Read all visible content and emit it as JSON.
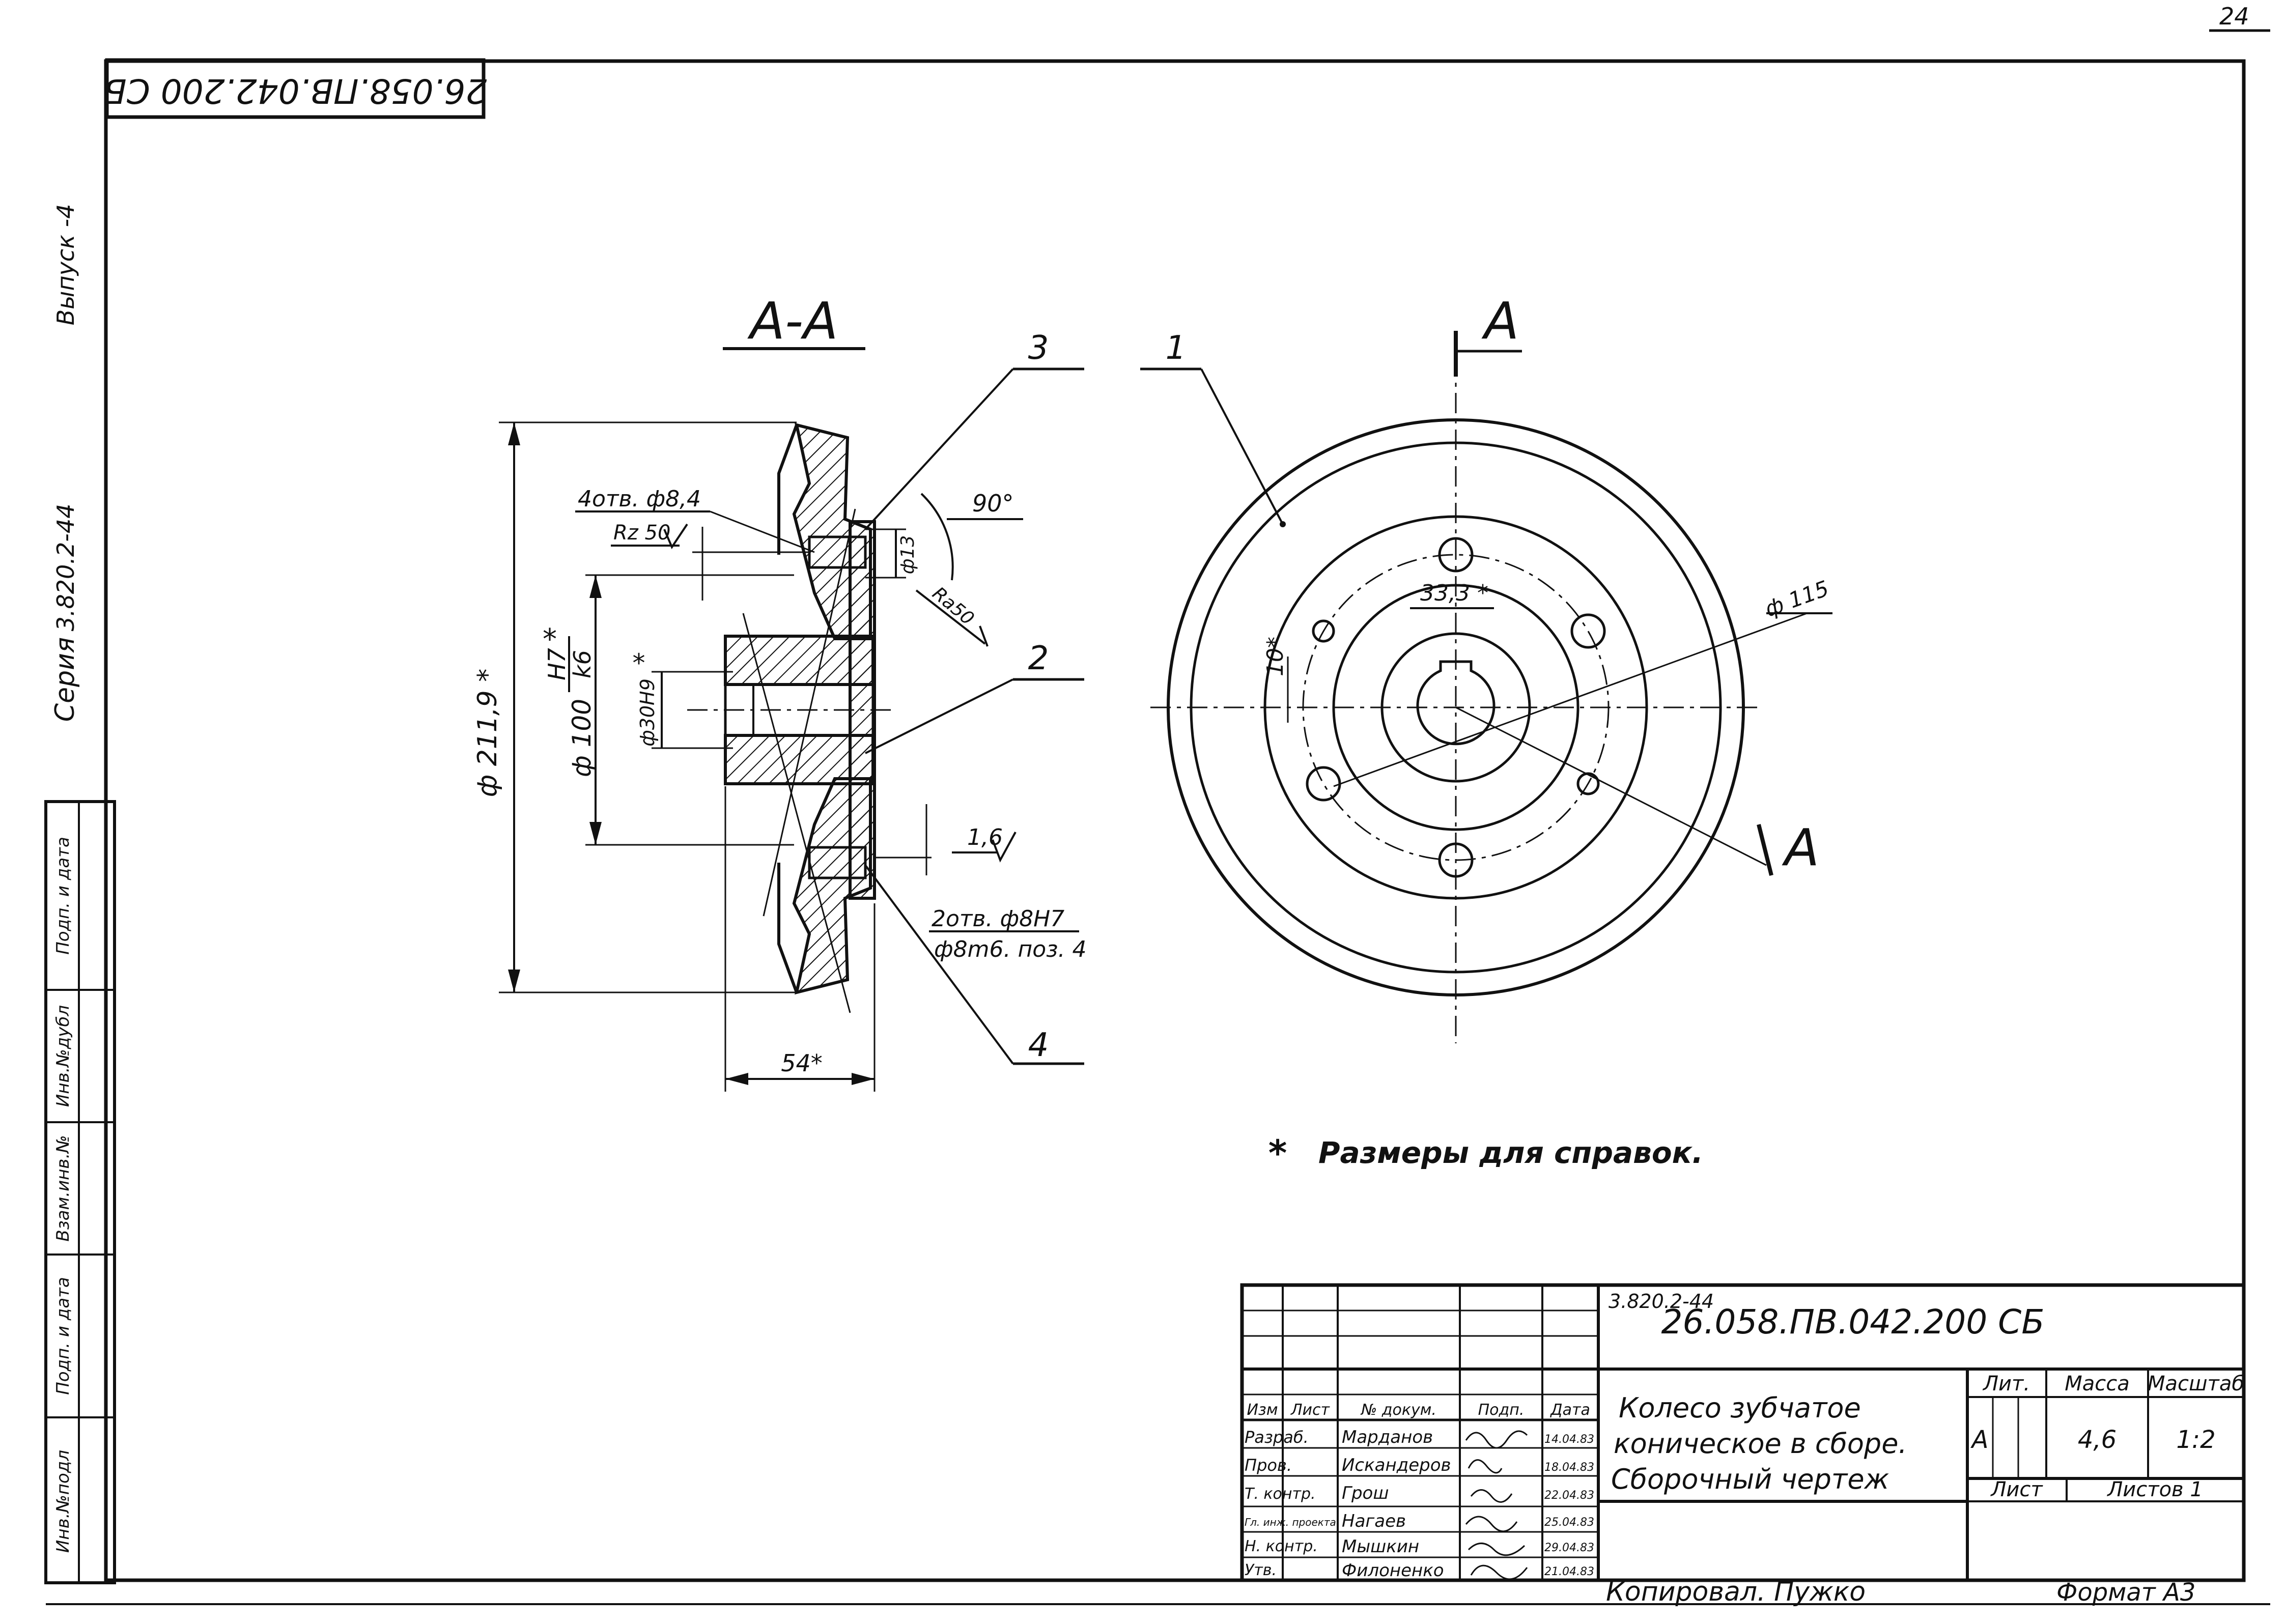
{
  "sheet": {
    "page_number": "24",
    "rotated_code": "26.058.ПВ.042.200 СБ",
    "series_label": "Серия",
    "series_value": "3.820.2-44",
    "issue_label": "Выпуск -4"
  },
  "side_stamp": [
    "Инв.№подл",
    "Подп. и дата",
    "Взам.инв.№",
    "Инв.№дубл",
    "Подп. и дата"
  ],
  "section_view": {
    "title": "А-А",
    "dims": {
      "holes_4": "4отв. ф8,4",
      "rz": "Rz 50",
      "d13": "ф13",
      "ra": "Ra50",
      "angle": "90°",
      "d211": "ф 211,9 *",
      "d100": "ф 100",
      "fit_num": "H7",
      "fit_den": "k6",
      "fit_star": "*",
      "d30": "ф30H9",
      "star_small": "*",
      "r16": "1,6",
      "holes_2": "2отв. ф8H7",
      "pin": "ф8m6. поз. 4",
      "width": "54*"
    },
    "callouts": [
      "3",
      "2",
      "4"
    ]
  },
  "front_view": {
    "callout_1": "1",
    "cut_label_top": "А",
    "cut_label_bottom": "А",
    "key_dim": "33,3 *",
    "side_dim": "10*",
    "bolt_circle": "ф 115"
  },
  "note": {
    "star": "*",
    "text": "Размеры для справок."
  },
  "title_block": {
    "series_small": "3.820.2-44",
    "doc_code": "26.058.ПВ.042.200 СБ",
    "name_lines": [
      "Колесо зубчатое",
      "коническое в сборе.",
      "Сборочный чертеж"
    ],
    "lit_header": "Лит.",
    "mass_header": "Масса",
    "scale_header": "Масштаб",
    "lit_value": "А",
    "mass_value": "4,6",
    "scale_value": "1:2",
    "sheet_label": "Лист",
    "sheets_label": "Листов 1",
    "table_header": [
      "Изм",
      "Лист",
      "№ докум.",
      "Подп.",
      "Дата"
    ],
    "staff": [
      {
        "role": "Разраб.",
        "name": "Марданов",
        "date": "14.04.83"
      },
      {
        "role": "Пров.",
        "name": "Искандеров",
        "date": "18.04.83"
      },
      {
        "role": "Т. контр.",
        "name": "Грош",
        "date": "22.04.83"
      },
      {
        "role": "Гл. инж. проекта",
        "name": "Нагаев",
        "date": "25.04.83"
      },
      {
        "role": "Н. контр.",
        "name": "Мышкин",
        "date": "29.04.83"
      },
      {
        "role": "Утв.",
        "name": "Филоненко",
        "date": "21.04.83"
      }
    ]
  },
  "footer": {
    "copied": "Копировал. Пужко",
    "format": "Формат А3"
  }
}
